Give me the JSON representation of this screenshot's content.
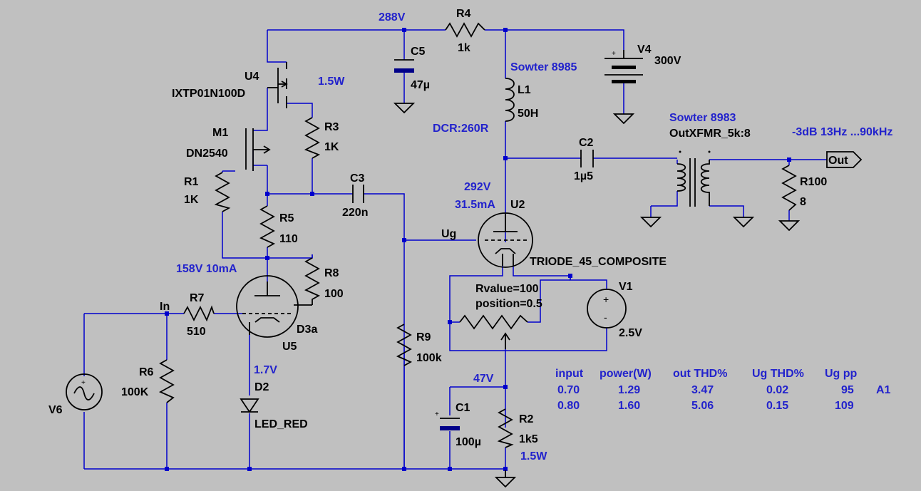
{
  "labels": {
    "n288": "288V",
    "r4_name": "R4",
    "r4_val": "1k",
    "c5_name": "C5",
    "c5_val": "47µ",
    "v4_name": "V4",
    "v4_val": "300V",
    "sowter1": "Sowter 8985",
    "l1_name": "L1",
    "l1_val": "50H",
    "dcr": "DCR:260R",
    "u4_name": "U4",
    "u4_part": "IXTP01N100D",
    "p15w_top": "1.5W",
    "r3_name": "R3",
    "r3_val": "1K",
    "m1_name": "M1",
    "m1_part": "DN2540",
    "r1_name": "R1",
    "r1_val": "1K",
    "c3_name": "C3",
    "c3_val": "220n",
    "r5_name": "R5",
    "r5_val": "110",
    "sowter2": "Sowter 8983",
    "xfmr": "OutXFMR_5k:8",
    "bw": "-3dB 13Hz ...90kHz",
    "c2_name": "C2",
    "c2_val": "1µ5",
    "out": "Out",
    "r100_name": "R100",
    "r100_val": "8",
    "n292": "292V",
    "i315": "31.5mA",
    "u2_name": "U2",
    "ug": "Ug",
    "triode": "TRIODE_45_COMPOSITE",
    "n158": "158V 10mA",
    "r8_name": "R8",
    "r8_val": "100",
    "rvalue": "Rvalue=100",
    "position": "position=0.5",
    "v1_name": "V1",
    "v1_val": "2.5V",
    "in": "In",
    "r7_name": "R7",
    "r7_val": "510",
    "d3a": "D3a",
    "u5": "U5",
    "r9_name": "R9",
    "r9_val": "100k",
    "r6_name": "R6",
    "r6_val": "100K",
    "v6": "V6",
    "n17": "1.7V",
    "d2_name": "D2",
    "d2_part": "LED_RED",
    "n47": "47V",
    "c1_name": "C1",
    "c1_val": "100µ",
    "r2_name": "R2",
    "r2_val": "1k5",
    "p15w_bot": "1.5W"
  },
  "results_table": {
    "headers": [
      "input",
      "power(W)",
      "out THD%",
      "Ug THD%",
      "Ug pp"
    ],
    "rows": [
      [
        "0.70",
        "1.29",
        "3.47",
        "0.02",
        "95",
        "A1"
      ],
      [
        "0.80",
        "1.60",
        "5.06",
        "0.15",
        "109",
        ""
      ]
    ]
  }
}
